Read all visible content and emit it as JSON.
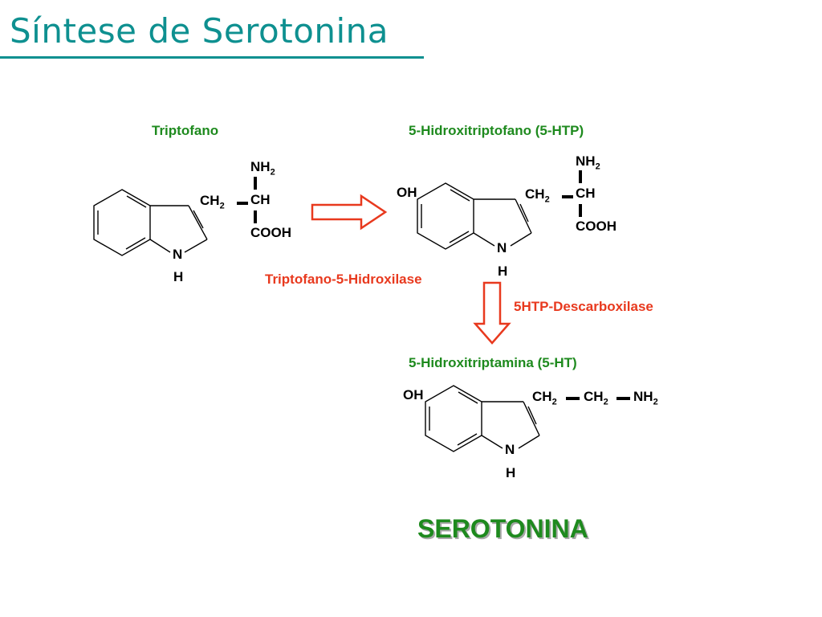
{
  "title": "Síntese de Serotonina",
  "compounds": {
    "tryptophan": {
      "name": "Triptofano",
      "nh2": "NH2",
      "ch2": "CH2",
      "ch": "CH",
      "cooh": "COOH",
      "n": "N",
      "h": "H"
    },
    "htp": {
      "name": "5-Hidroxitriptofano (5-HTP)",
      "oh": "OH",
      "nh2": "NH2",
      "ch2": "CH2",
      "ch": "CH",
      "cooh": "COOH",
      "n": "N",
      "h": "H"
    },
    "ht": {
      "name": "5-Hidroxitriptamina (5-HT)",
      "oh": "OH",
      "ch2_a": "CH2",
      "ch2_b": "CH2",
      "nh2": "NH2",
      "n": "N",
      "h": "H"
    }
  },
  "enzymes": {
    "hydroxylase": "Triptofano-5-Hidroxilase",
    "decarboxylase": "5HTP-Descarboxilase"
  },
  "product_label": "SEROTONINA",
  "colors": {
    "title": "#0e9090",
    "label_green": "#1e8a1e",
    "enzyme_red": "#e8391e",
    "arrow_red": "#e8391e"
  }
}
